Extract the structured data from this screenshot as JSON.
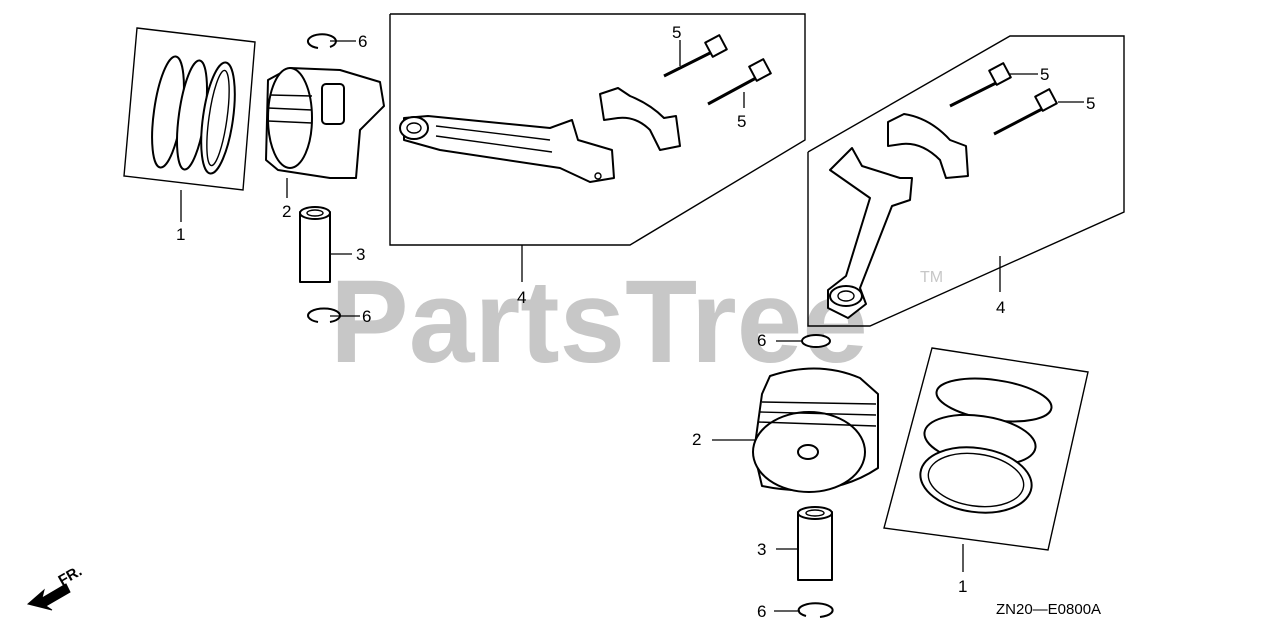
{
  "watermark": {
    "text": "PartsTree",
    "trademark": "TM"
  },
  "diagram_code": "ZN20—E0800A",
  "direction_indicator": {
    "label": "FR.",
    "icon": "arrow-front-icon"
  },
  "callouts": {
    "left_rings": "1",
    "left_piston": "2",
    "left_pin": "3",
    "left_clip_top": "6",
    "left_clip_bottom": "6",
    "center_rod": "4",
    "center_bolt_top": "5",
    "center_bolt_bottom": "5",
    "right_bolt_top": "5",
    "right_bolt_bottom": "5",
    "right_rod": "4",
    "right_clip_top": "6",
    "right_piston": "2",
    "right_pin": "3",
    "right_clip_bottom": "6",
    "right_rings": "1"
  },
  "colors": {
    "line": "#000000",
    "watermark": "#c7c7c7",
    "background": "#ffffff"
  }
}
